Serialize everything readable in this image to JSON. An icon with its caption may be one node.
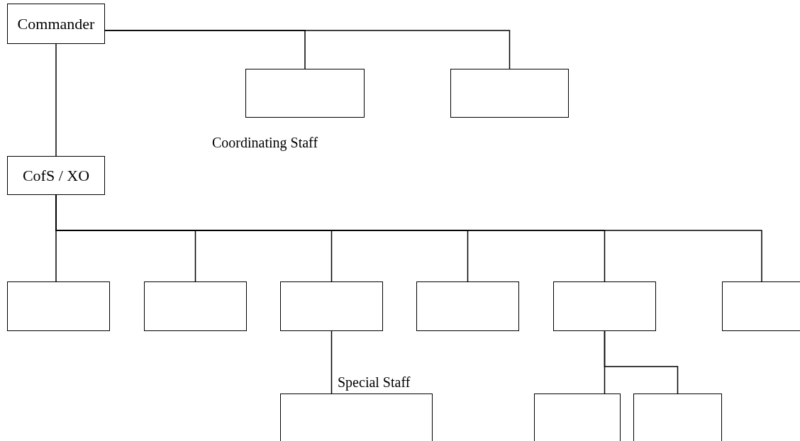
{
  "diagram": {
    "nodes": [
      {
        "text": [
          "Commander"
        ]
      },
      {
        "text": [],
        "shape": "box"
      },
      {
        "text": [],
        "shape": "box"
      },
      {
        "text": [
          "CofS / XO"
        ]
      },
      {
        "text": [],
        "shape": "box"
      },
      {
        "text": [],
        "shape": "box"
      },
      {
        "text": [],
        "shape": "box"
      },
      {
        "text": [],
        "shape": "box"
      },
      {
        "text": [],
        "shape": "box"
      },
      {
        "text": [],
        "shape": "box"
      },
      {
        "text": [],
        "shape": "box"
      },
      {
        "text": [],
        "shape": "box"
      },
      {
        "text": [],
        "shape": "box"
      }
    ],
    "edges": [
      {
        "from": 0,
        "to": 1,
        "arrow": "none"
      },
      {
        "from": 0,
        "to": 2,
        "arrow": "none"
      },
      {
        "from": 0,
        "to": 3,
        "arrow": "none"
      },
      {
        "from": 3,
        "to": 4,
        "arrow": "none"
      },
      {
        "from": 3,
        "to": 5,
        "arrow": "none"
      },
      {
        "from": 3,
        "to": 6,
        "arrow": "none"
      },
      {
        "from": 3,
        "to": 7,
        "arrow": "none"
      },
      {
        "from": 3,
        "to": 8,
        "arrow": "none"
      },
      {
        "from": 3,
        "to": 9,
        "arrow": "none"
      },
      {
        "from": 6,
        "to": 10,
        "arrow": "none"
      },
      {
        "from": 8,
        "to": 11,
        "arrow": "none"
      },
      {
        "from": 8,
        "to": 12,
        "arrow": "none"
      }
    ],
    "labels": [
      "Coordinating Staff",
      "Special Staff"
    ]
  }
}
